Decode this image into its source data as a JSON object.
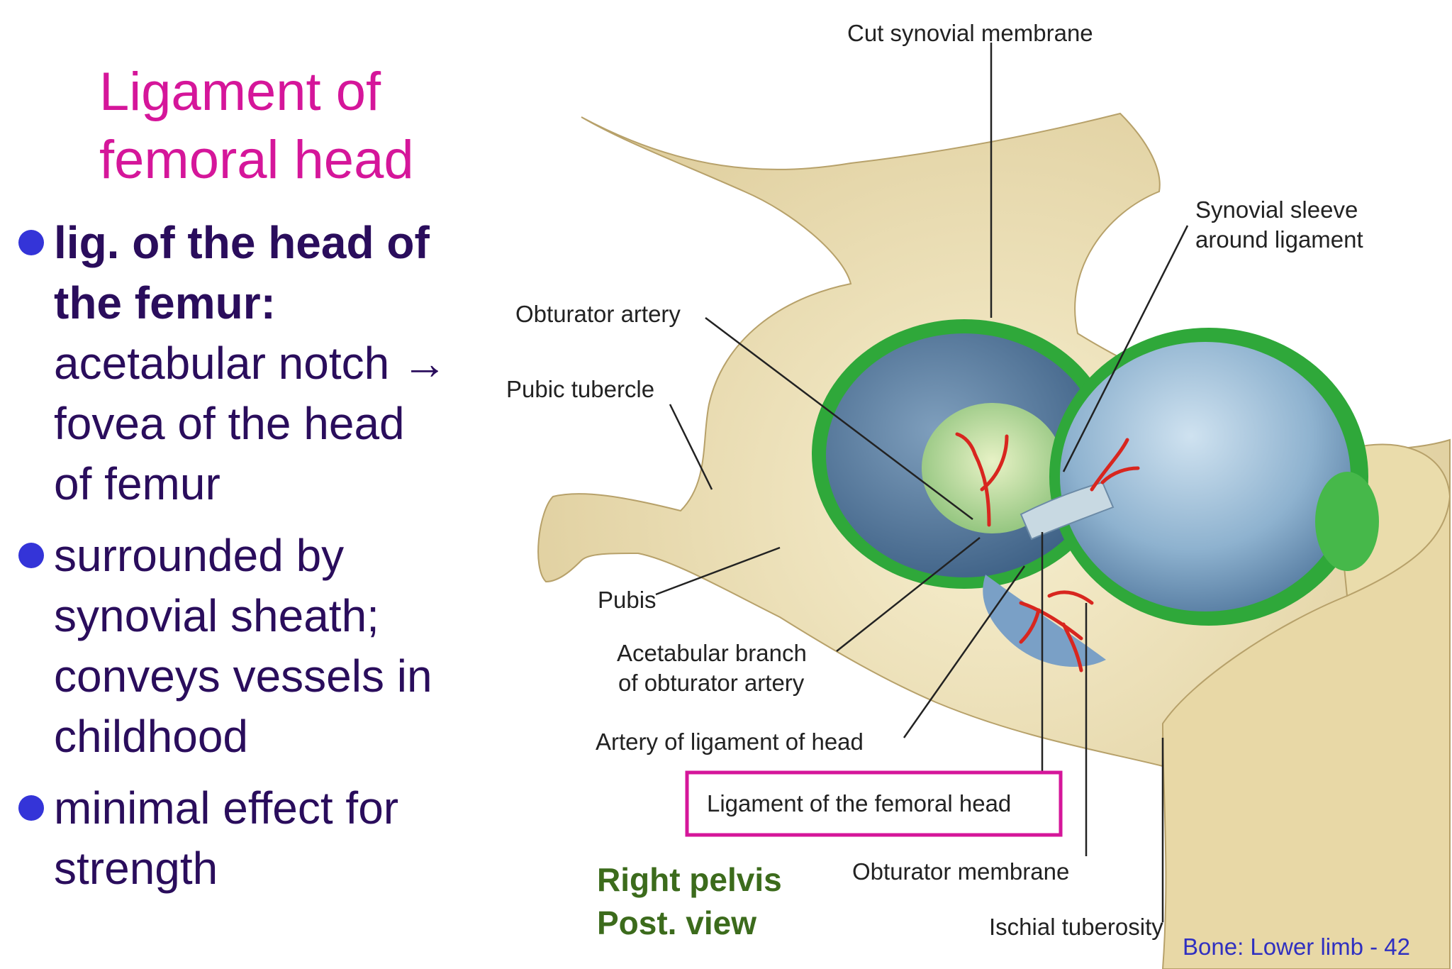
{
  "title": {
    "line1": "Ligament of",
    "line2": "femoral head"
  },
  "bullets": [
    {
      "bold_lines": [
        "lig. of the head of",
        "the femur:"
      ],
      "lines": [
        "acetabular notch →",
        "fovea of the head",
        "of femur"
      ]
    },
    {
      "bold_lines": [],
      "lines": [
        "surrounded by",
        "synovial sheath;",
        "conveys vessels in",
        "childhood"
      ]
    },
    {
      "bold_lines": [],
      "lines": [
        "minimal effect for",
        "strength"
      ]
    }
  ],
  "diagram": {
    "labels": {
      "cut_synovial_membrane": "Cut synovial membrane",
      "synovial_sleeve_1": "Synovial sleeve",
      "synovial_sleeve_2": "around ligament",
      "obturator_artery": "Obturator artery",
      "pubic_tubercle": "Pubic tubercle",
      "pubis": "Pubis",
      "acetabular_branch_1": "Acetabular branch",
      "acetabular_branch_2": "of obturator artery",
      "artery_of_ligament": "Artery of ligament of head",
      "ligament_femoral_head": "Ligament of the femoral head",
      "obturator_membrane": "Obturator membrane",
      "ischial_tuberosity": "Ischial tuberosity"
    },
    "caption": {
      "line1": "Right pelvis",
      "line2": "Post. view"
    },
    "colors": {
      "highlight": "#d5169a",
      "bone": "#efe2b4",
      "synovium": "#2fa83a",
      "artery": "#d8261f",
      "cartilage": "#5f86a8"
    }
  },
  "footer": "Bone: Lower limb - 42"
}
